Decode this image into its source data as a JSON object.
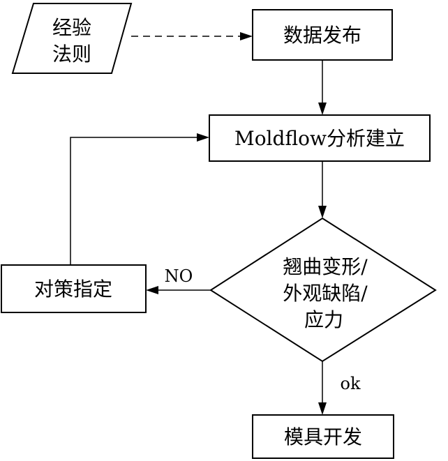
{
  "nodes": {
    "experience_rules": {
      "line1": "经验",
      "line2": "法则"
    },
    "data_release": {
      "label": "数据发布"
    },
    "moldflow_analysis": {
      "label": "Moldflow分析建立"
    },
    "defect_check": {
      "line1": "翘曲变形/",
      "line2": "外观缺陷/",
      "line3": "应力"
    },
    "countermeasure": {
      "label": "对策指定"
    },
    "mold_development": {
      "label": "模具开发"
    }
  },
  "edges": {
    "no_label": "NO",
    "ok_label": "ok"
  },
  "colors": {
    "stroke": "#000000",
    "background": "#ffffff"
  }
}
